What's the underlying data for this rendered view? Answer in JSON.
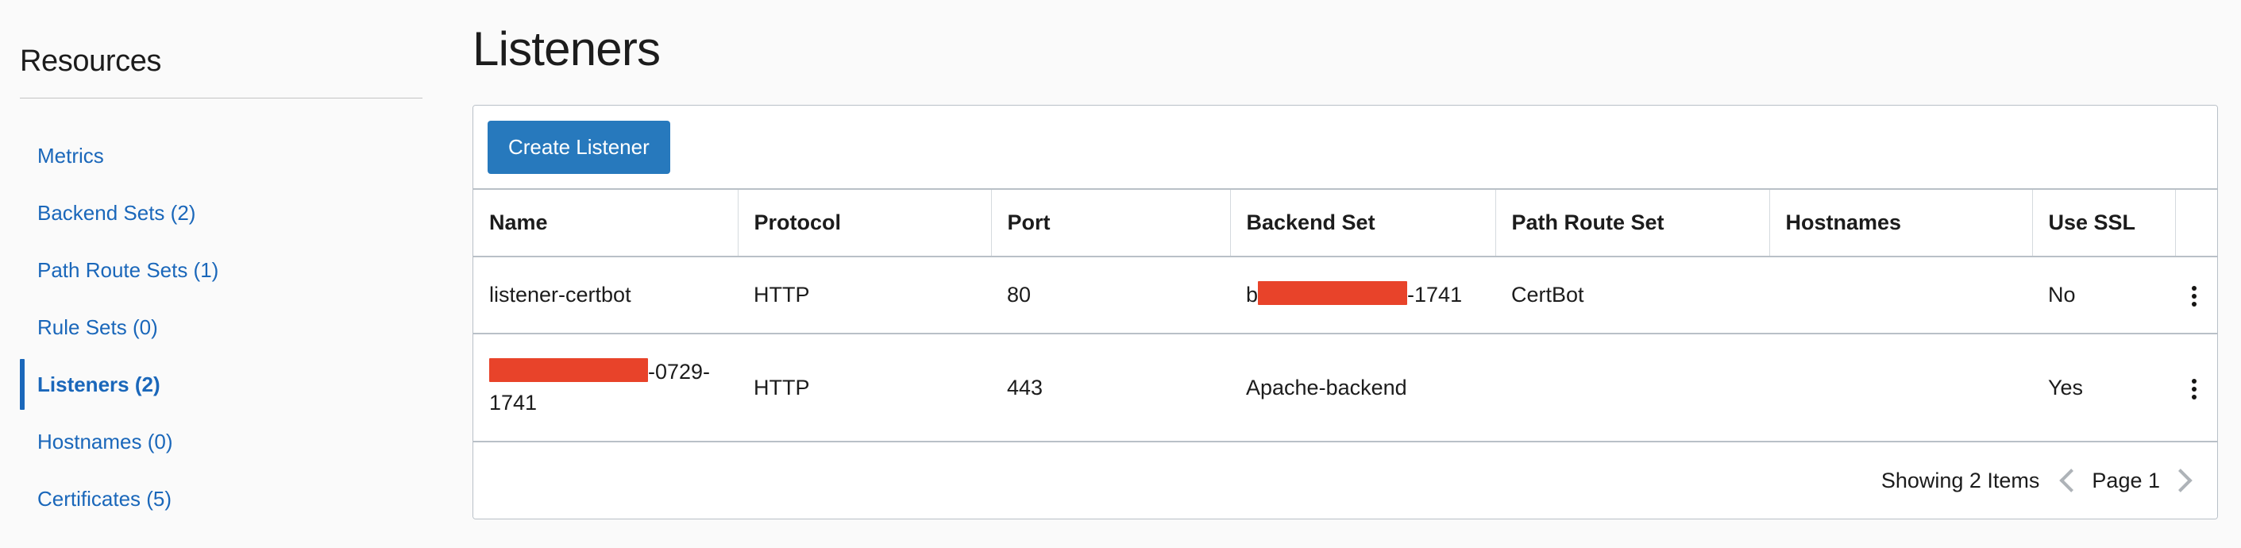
{
  "sidebar": {
    "title": "Resources",
    "items": [
      {
        "label": "Metrics",
        "active": false
      },
      {
        "label": "Backend Sets (2)",
        "active": false
      },
      {
        "label": "Path Route Sets (1)",
        "active": false
      },
      {
        "label": "Rule Sets (0)",
        "active": false
      },
      {
        "label": "Listeners (2)",
        "active": true
      },
      {
        "label": "Hostnames (0)",
        "active": false
      },
      {
        "label": "Certificates (5)",
        "active": false
      }
    ]
  },
  "main": {
    "title": "Listeners",
    "toolbar": {
      "create_label": "Create Listener"
    },
    "table": {
      "columns": [
        "Name",
        "Protocol",
        "Port",
        "Backend Set",
        "Path Route Set",
        "Hostnames",
        "Use SSL"
      ],
      "rows": [
        {
          "name_prefix": "listener-certbot",
          "name_redacted": false,
          "name_suffix": "",
          "protocol": "HTTP",
          "port": "80",
          "backend_prefix": "b",
          "backend_redacted": true,
          "backend_suffix": "-1741",
          "path_route_set": "CertBot",
          "hostnames": "",
          "use_ssl": "No",
          "actions_icon": "kebab-menu-icon"
        },
        {
          "name_prefix": "",
          "name_redacted": true,
          "name_suffix": "-0729-1741",
          "protocol": "HTTP",
          "port": "443",
          "backend_prefix": "Apache-backend",
          "backend_redacted": false,
          "backend_suffix": "",
          "path_route_set": "",
          "hostnames": "",
          "use_ssl": "Yes",
          "actions_icon": "kebab-menu-icon"
        }
      ]
    },
    "footer": {
      "showing": "Showing 2 Items",
      "page_label": "Page 1",
      "prev_icon": "chevron-left-icon",
      "next_icon": "chevron-right-icon"
    }
  },
  "colors": {
    "link": "#1a67ba",
    "primary_button": "#2779bd",
    "redaction": "#e8432a",
    "border": "#b9c0c7",
    "page_background": "#fafafa"
  }
}
